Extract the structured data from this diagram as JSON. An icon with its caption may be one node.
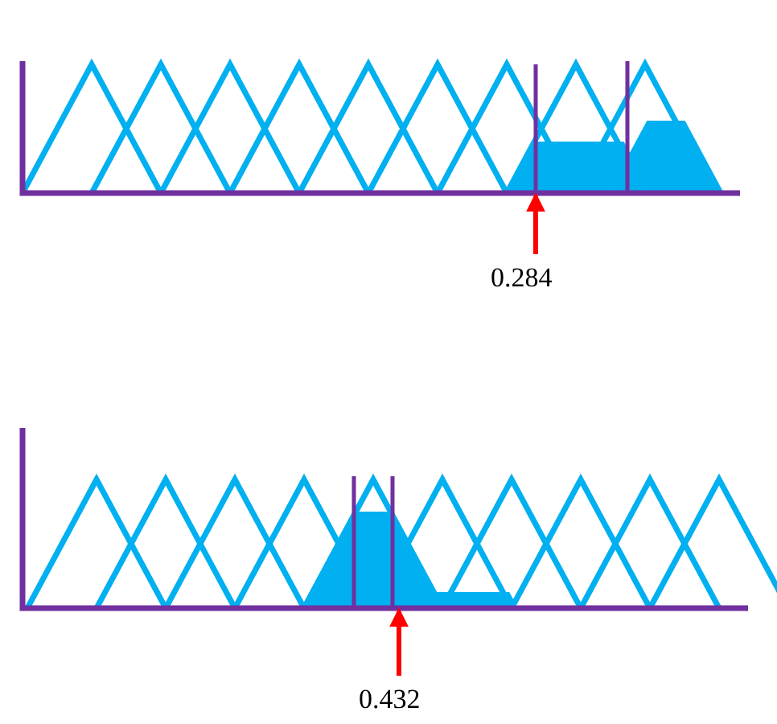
{
  "diagram": {
    "nodes": [
      {
        "text": [
          "0.284"
        ]
      },
      {
        "text": [
          "0.432"
        ]
      }
    ],
    "edges": [
      {
        "from": 0,
        "to": null,
        "arrow": "to",
        "color": "#ff0000"
      },
      {
        "from": 1,
        "to": null,
        "arrow": "to",
        "color": "#ff0000"
      }
    ]
  }
}
